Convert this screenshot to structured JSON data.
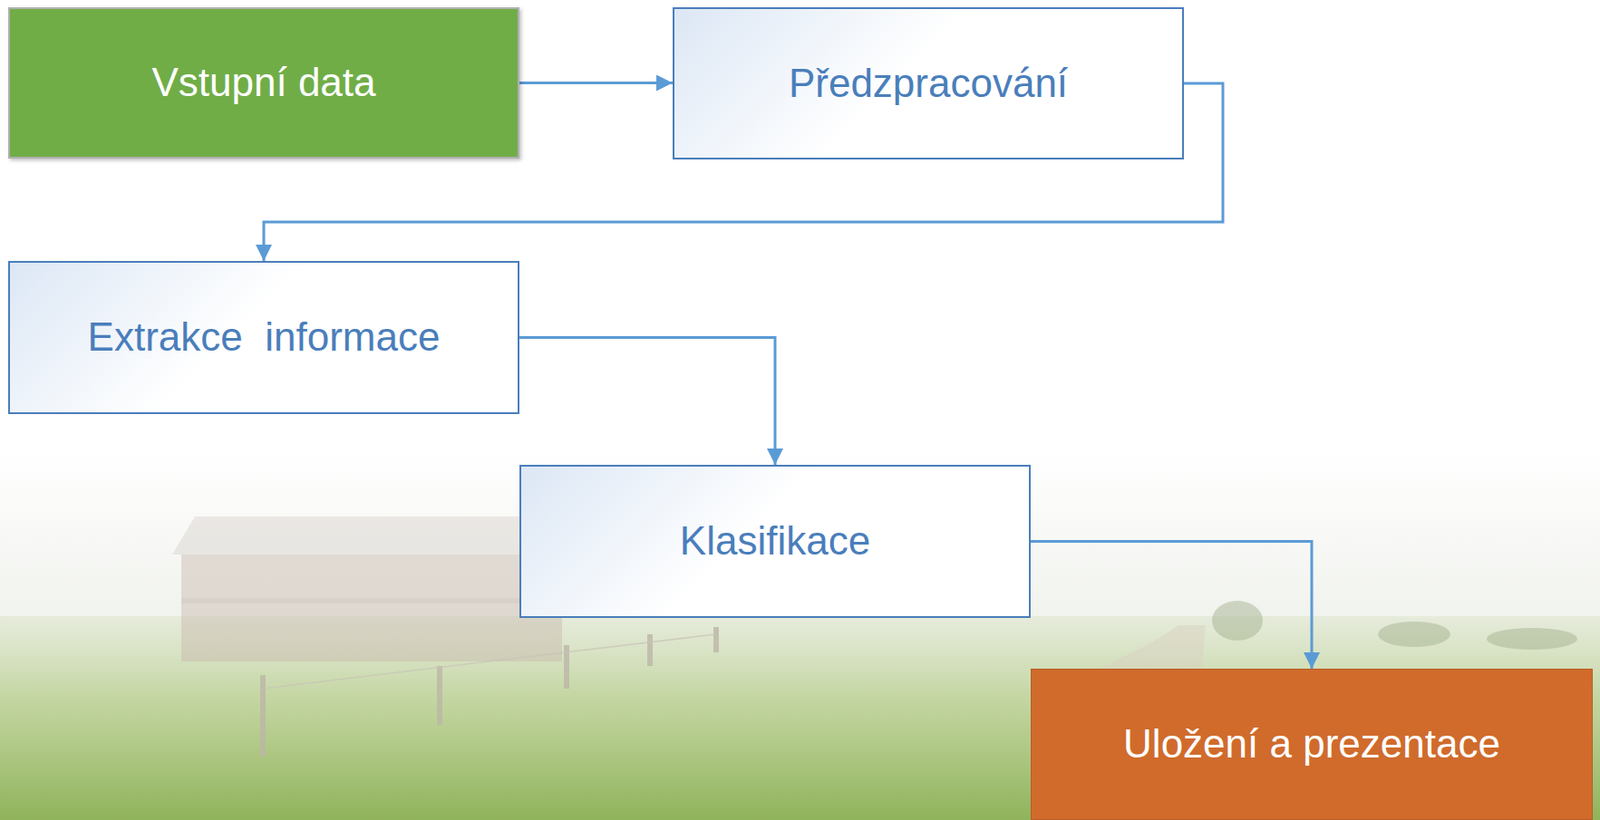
{
  "diagram": {
    "nodes": [
      {
        "text": [
          "Vstupní data"
        ]
      },
      {
        "text": [
          "Předzpracování"
        ]
      },
      {
        "text": [
          "Extrakce  informace"
        ]
      },
      {
        "text": [
          "Klasifikace"
        ]
      },
      {
        "text": [
          "Uložení a prezentace"
        ]
      }
    ],
    "edges": [
      {
        "from": 0,
        "to": 1,
        "arrow": "to"
      },
      {
        "from": 1,
        "to": 2,
        "arrow": "to"
      },
      {
        "from": 2,
        "to": 3,
        "arrow": "to"
      },
      {
        "from": 3,
        "to": 4,
        "arrow": "to"
      }
    ]
  }
}
